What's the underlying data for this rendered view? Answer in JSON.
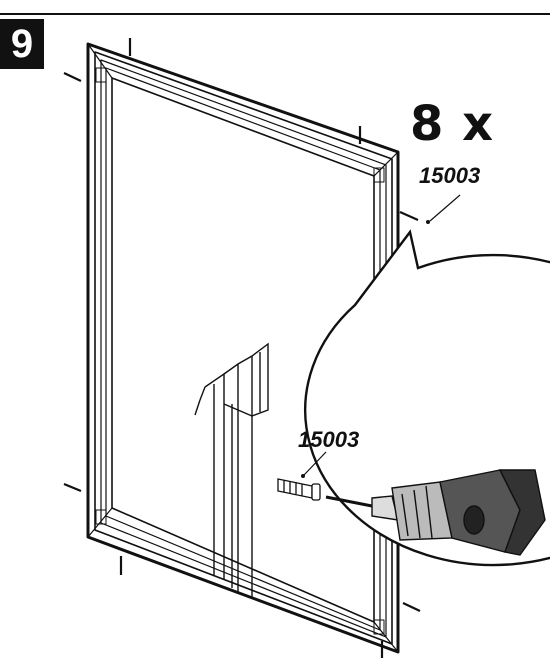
{
  "step": {
    "number": "9"
  },
  "fastener": {
    "quantity_label": "8 x",
    "part_number": "15003",
    "detail_part_number": "15003"
  }
}
